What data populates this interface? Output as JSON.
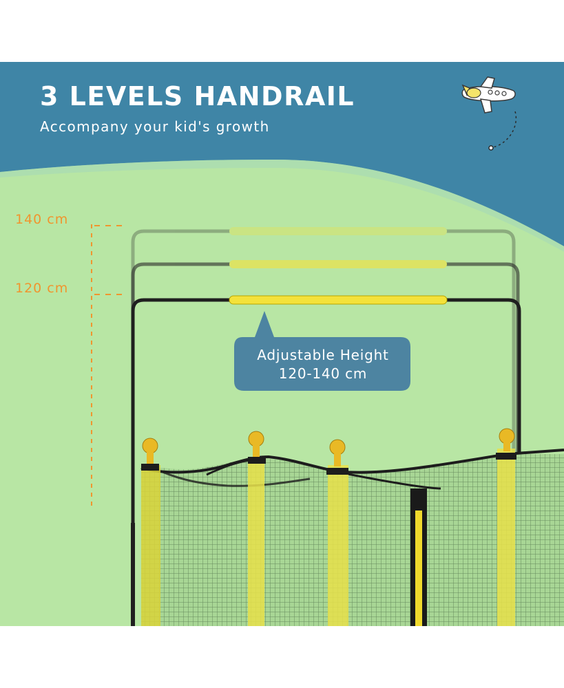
{
  "headline": {
    "title": "3 LEVELS HANDRAIL",
    "subtitle": "Accompany your kid's growth"
  },
  "height_scale": {
    "label_top": "140 cm",
    "label_bottom": "120 cm"
  },
  "callout": {
    "line1": "Adjustable Height",
    "line2": "120-140 cm"
  },
  "icons": [
    "airplane-icon"
  ],
  "colors": {
    "banner_blue": "#3f85a6",
    "grass_green": "#b8e6a4",
    "accent_orange": "#f0952e",
    "handrail_yellow": "#f4e23a",
    "callout_blue": "#4d84a1"
  }
}
